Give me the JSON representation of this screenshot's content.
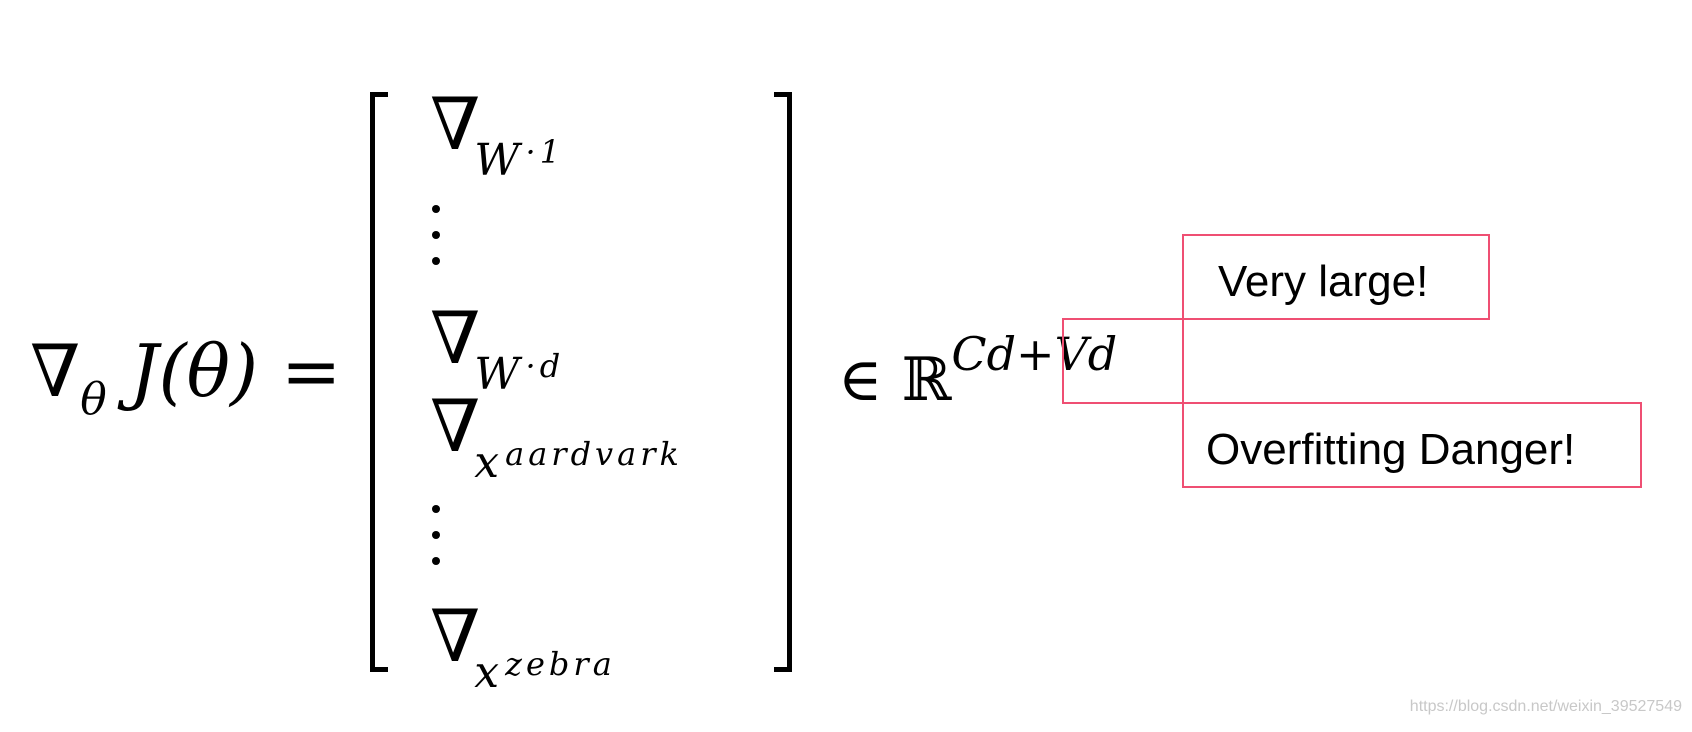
{
  "equation": {
    "nabla": "∇",
    "theta_sub": "θ",
    "lhs_body": "J(θ) =",
    "entries": {
      "w1_sub": "W",
      "w1_subsub": "·1",
      "wd_sub": "W",
      "wd_subsub": "·d",
      "x_aardvark_sub": "x",
      "x_aardvark_subsub": "aardvark",
      "x_zebra_sub": "x",
      "x_zebra_subsub": "zebra"
    },
    "element_of": "∈",
    "reals": "ℝ",
    "exponent_cd": "Cd+",
    "exponent_vd": "Vd"
  },
  "annotations": {
    "very_large": "Very large!",
    "overfitting": "Overfitting Danger!",
    "box_color": "#ef4f73"
  },
  "watermark": "https://blog.csdn.net/weixin_39527549"
}
